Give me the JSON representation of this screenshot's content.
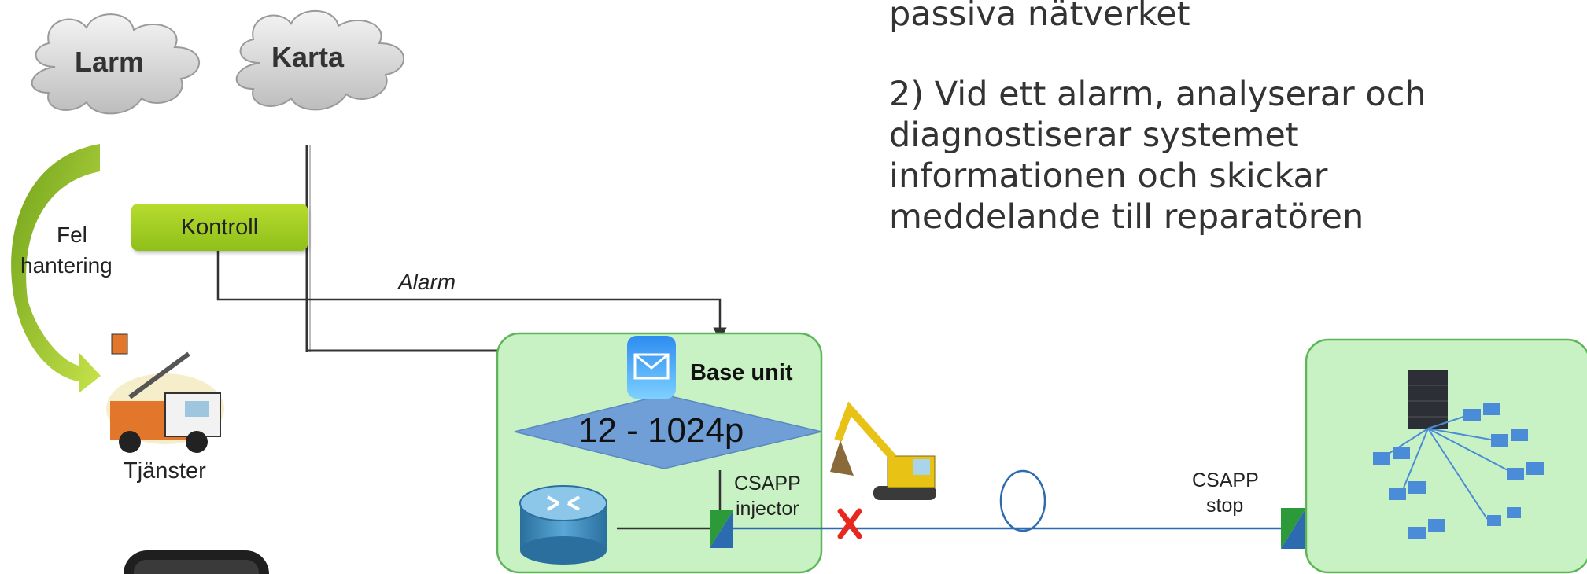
{
  "clouds": {
    "larm": "Larm",
    "karta": "Karta"
  },
  "fault_handling": {
    "line1": "Fel",
    "line2": "hantering"
  },
  "kontroll": "Kontroll",
  "alarm_label": "Alarm",
  "services_label": "Tjänster",
  "base_unit": {
    "title": "Base unit",
    "ports": "12 - 1024p"
  },
  "injector": {
    "line1": "CSAPP",
    "line2": "injector"
  },
  "stop": {
    "line1": "CSAPP",
    "line2": "stop"
  },
  "steps": {
    "line_partial": "passiva nätverket",
    "step2_lines": [
      "2) Vid ett alarm, analyserar och",
      "diagnostiserar systemet",
      "informationen och skickar",
      "meddelande till reparatören"
    ]
  },
  "colors": {
    "box_fill": "#c8f2c3",
    "box_border": "#5fb55a",
    "kontroll_fill": "#a6cf22",
    "fiber": "#2d6bb0",
    "diamond": "#6f9fd6",
    "arrow_green": "#8fc31f"
  },
  "icons": [
    "cloud-icon",
    "curved-arrow-icon",
    "bucket-truck-icon",
    "mail-icon",
    "router-icon",
    "excavator-icon",
    "fiber-break-icon",
    "fiber-coil-icon",
    "server-network-icon",
    "smartphone-icon"
  ]
}
